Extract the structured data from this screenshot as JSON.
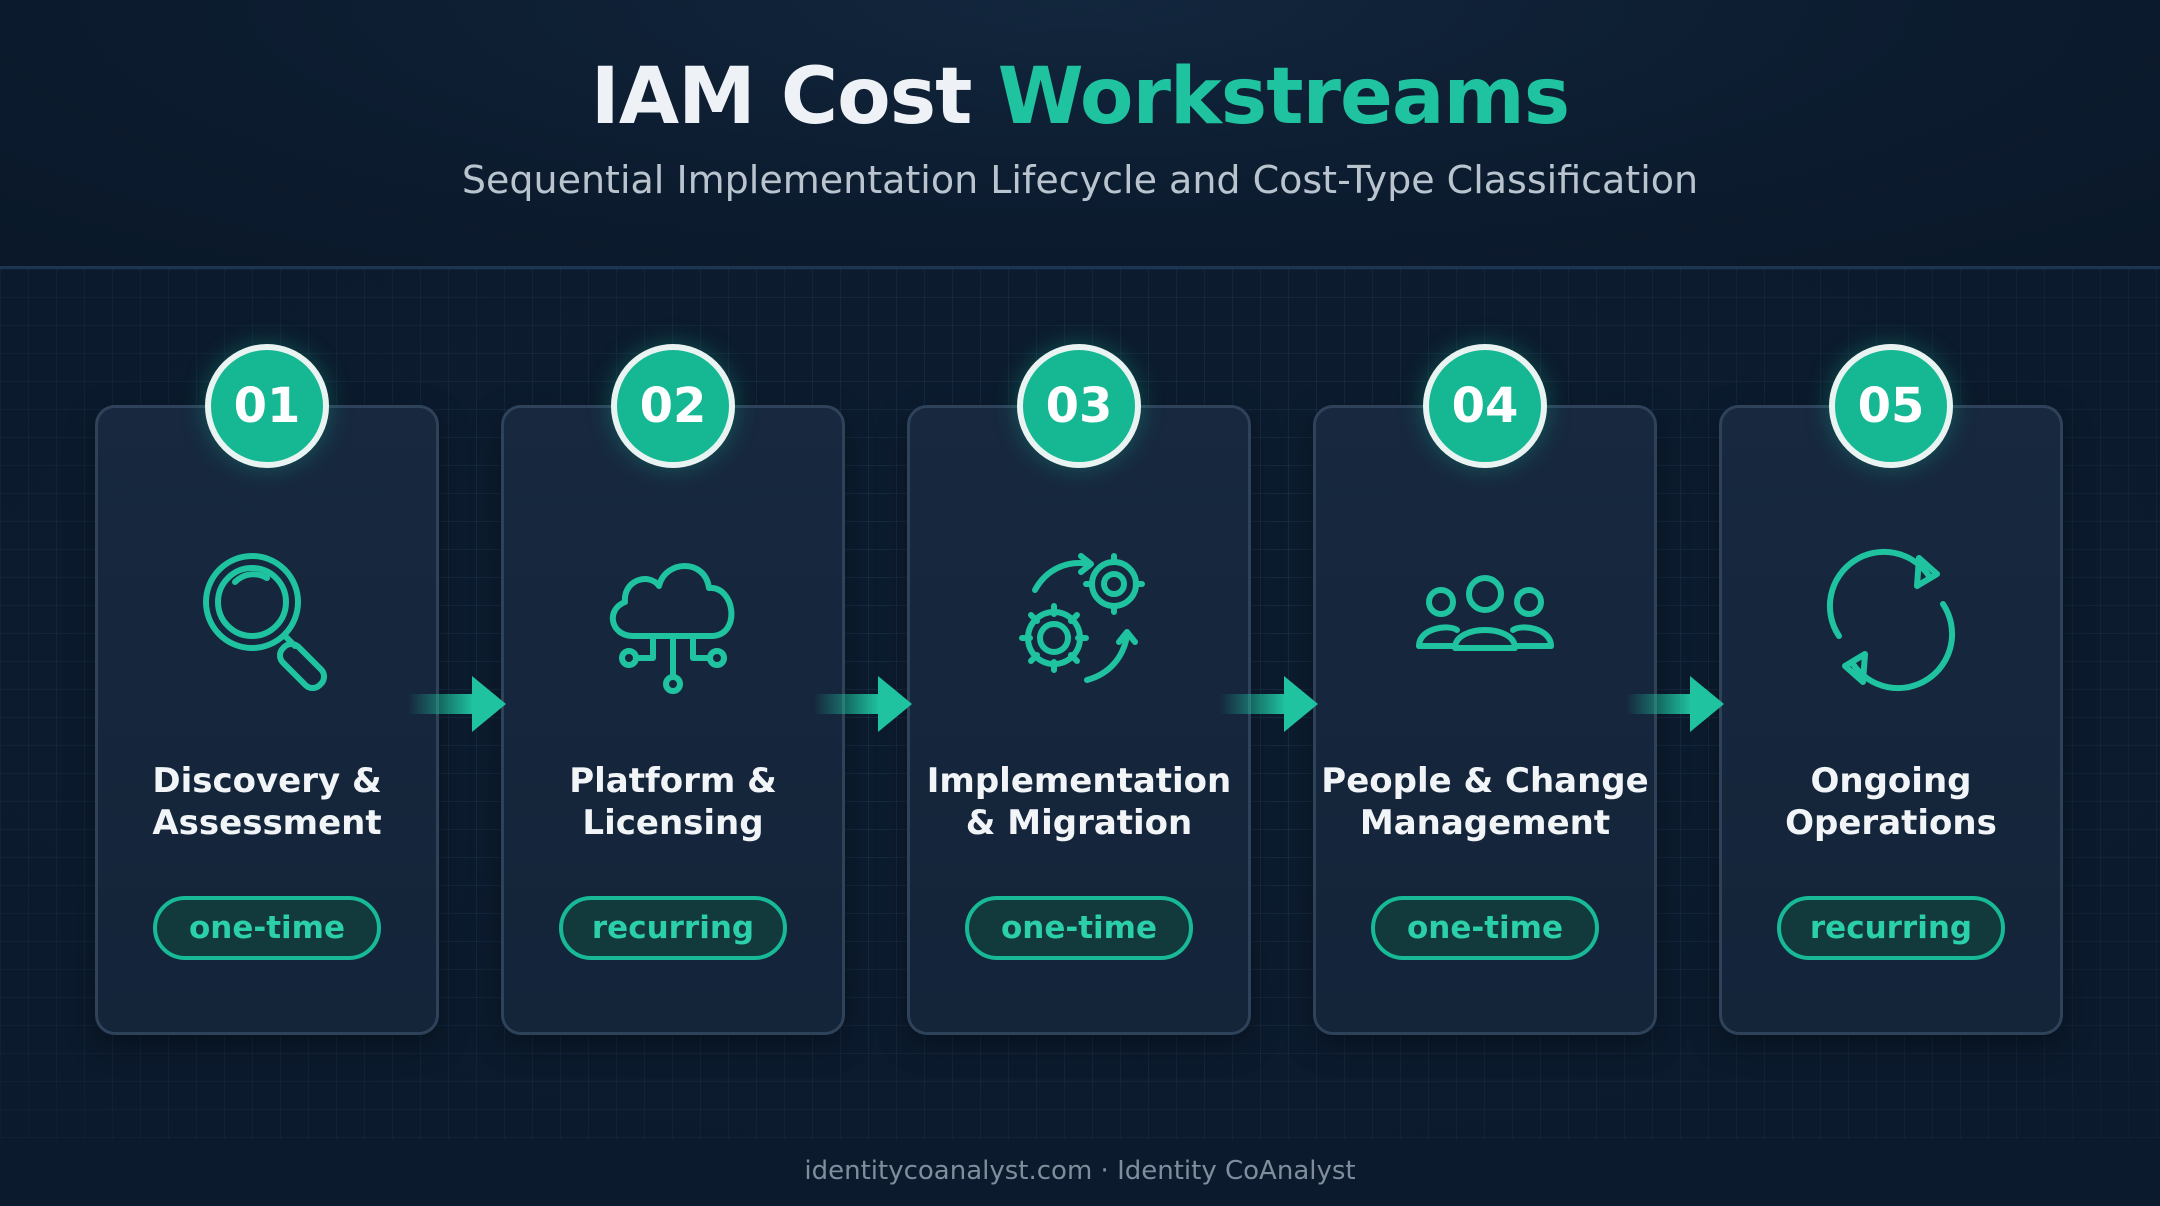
{
  "header": {
    "title_main": "IAM Cost",
    "title_accent": "Workstreams",
    "subtitle": "Sequential Implementation Lifecycle and Cost-Type Classification"
  },
  "colors": {
    "accent": "#1fc3a0",
    "badge": "#15b893",
    "background": "#0b1a2c",
    "card": "#17283f"
  },
  "steps": [
    {
      "number": "01",
      "label_line1": "Discovery &",
      "label_line2": "Assessment",
      "cost_type": "one-time",
      "icon": "magnifier-icon"
    },
    {
      "number": "02",
      "label_line1": "Platform &",
      "label_line2": "Licensing",
      "cost_type": "recurring",
      "icon": "cloud-network-icon"
    },
    {
      "number": "03",
      "label_line1": "Implementation",
      "label_line2": "& Migration",
      "cost_type": "one-time",
      "icon": "gears-icon"
    },
    {
      "number": "04",
      "label_line1": "People & Change",
      "label_line2": "Management",
      "cost_type": "one-time",
      "icon": "people-icon"
    },
    {
      "number": "05",
      "label_line1": "Ongoing",
      "label_line2": "Operations",
      "cost_type": "recurring",
      "icon": "refresh-cycle-icon"
    }
  ],
  "footer": "identitycoanalyst.com · Identity CoAnalyst"
}
